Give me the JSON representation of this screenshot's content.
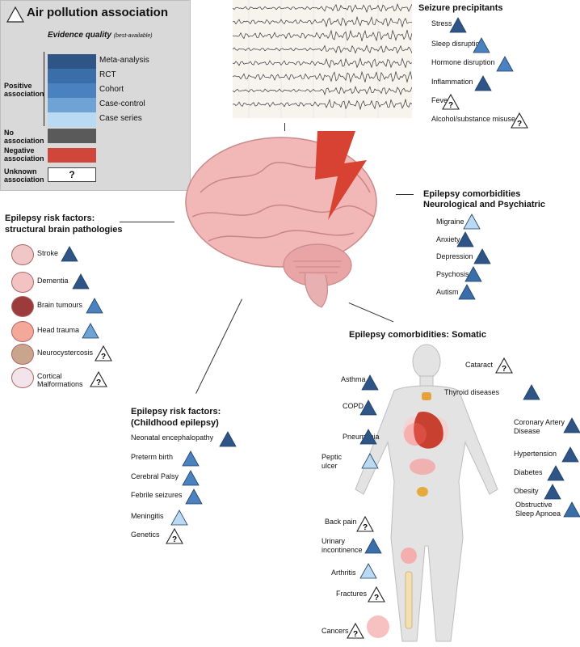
{
  "legend": {
    "title": "Air pollution association",
    "evidence_quality": "Evidence quality",
    "best_available": "(best-available)",
    "levels": [
      "Meta-analysis",
      "RCT",
      "Cohort",
      "Case-control",
      "Case series"
    ],
    "positive": "Positive association",
    "no": "No association",
    "negative": "Negative association",
    "unknown": "Unknown association",
    "unknown_symbol": "?"
  },
  "colors": {
    "meta": "#2e5586",
    "rct": "#3a6ea8",
    "cohort": "#4a82c0",
    "case_control": "#6fa3d6",
    "case_series": "#b9daf2",
    "no": "#5a5a5a",
    "negative": "#d0463a",
    "bolt": "#d84232"
  },
  "seizure": {
    "title": "Seizure precipitants",
    "items": [
      {
        "label": "Stress",
        "level": "meta"
      },
      {
        "label": "Sleep disruption",
        "level": "cohort"
      },
      {
        "label": "Hormone disruption",
        "level": "cohort"
      },
      {
        "label": "Inflammation",
        "level": "meta"
      },
      {
        "label": "Fever",
        "level": "unknown"
      },
      {
        "label": "Alcohol/substance misuse",
        "level": "unknown"
      }
    ]
  },
  "comorb_neuro": {
    "title1": "Epilepsy comorbidities",
    "title2": "Neurological and Psychiatric",
    "items": [
      {
        "label": "Migraine",
        "level": "case_series"
      },
      {
        "label": "Anxiety",
        "level": "meta"
      },
      {
        "label": "Depression",
        "level": "meta"
      },
      {
        "label": "Psychosis",
        "level": "rct"
      },
      {
        "label": "Autism",
        "level": "rct"
      }
    ]
  },
  "risk_struct": {
    "title1": "Epilepsy risk factors:",
    "title2": "structural brain pathologies",
    "items": [
      {
        "label": "Stroke",
        "level": "meta"
      },
      {
        "label": "Dementia",
        "level": "meta"
      },
      {
        "label": "Brain tumours",
        "level": "cohort"
      },
      {
        "label": "Head trauma",
        "level": "case_control"
      },
      {
        "label": "Neurocystercosis",
        "level": "unknown"
      },
      {
        "label": "Cortical",
        "label2": "Malformations",
        "level": "unknown"
      }
    ]
  },
  "risk_child": {
    "title1": "Epilepsy risk factors:",
    "title2": "(Childhood epilepsy)",
    "items": [
      {
        "label": "Neonatal encephalopathy",
        "level": "meta"
      },
      {
        "label": "Preterm birth",
        "level": "cohort"
      },
      {
        "label": "Cerebral Palsy",
        "level": "cohort"
      },
      {
        "label": "Febrile seizures",
        "level": "cohort"
      },
      {
        "label": "Meningitis",
        "level": "case_series"
      },
      {
        "label": "Genetics",
        "level": "unknown"
      }
    ]
  },
  "somatic": {
    "title": "Epilepsy comorbidities: Somatic",
    "left": [
      {
        "label": "Asthma",
        "level": "meta"
      },
      {
        "label": "COPD",
        "level": "meta"
      },
      {
        "label": "Pneumonia",
        "level": "meta"
      },
      {
        "label": "Peptic",
        "label2": "ulcer",
        "level": "case_series"
      },
      {
        "label": "Back pain",
        "level": "unknown"
      },
      {
        "label": "Urinary",
        "label2": "incontinence",
        "level": "rct"
      },
      {
        "label": "Arthritis",
        "level": "case_series"
      },
      {
        "label": "Fractures",
        "level": "unknown"
      },
      {
        "label": "Cancers",
        "level": "unknown"
      }
    ],
    "right": [
      {
        "label": "Cataract",
        "level": "unknown"
      },
      {
        "label": "Thyroid diseases",
        "level": "meta"
      },
      {
        "label": "Coronary Artery",
        "label2": "Disease",
        "level": "meta"
      },
      {
        "label": "Hypertension",
        "level": "meta"
      },
      {
        "label": "Diabetes",
        "level": "meta"
      },
      {
        "label": "Obesity",
        "level": "meta"
      },
      {
        "label": "Obstructive",
        "label2": "Sleep Apnoea",
        "level": "rct"
      }
    ]
  }
}
